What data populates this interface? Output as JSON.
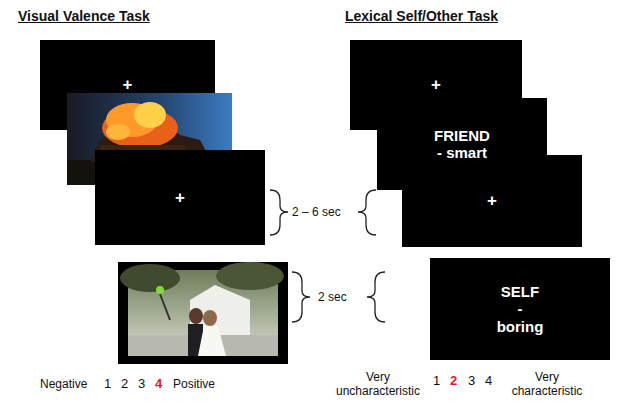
{
  "diagram": {
    "nodes": [
      {
        "text": [
          "+"
        ]
      },
      {
        "text": [
          "+"
        ]
      },
      {
        "text": [
          "+"
        ]
      },
      {
        "text": [
          "FRIEND - smart"
        ]
      },
      {
        "text": [
          "+"
        ]
      },
      {
        "text": [
          "SELF - boring"
        ]
      }
    ],
    "labels": [
      "Visual Valence Task",
      "Lexical Self/Other Task",
      "2 – 6 sec",
      "2 sec",
      "Negative",
      "1",
      "2",
      "3",
      "4",
      "Positive",
      "Very uncharacteristic",
      "1",
      "2",
      "3",
      "4",
      "Very characteristic"
    ]
  }
}
